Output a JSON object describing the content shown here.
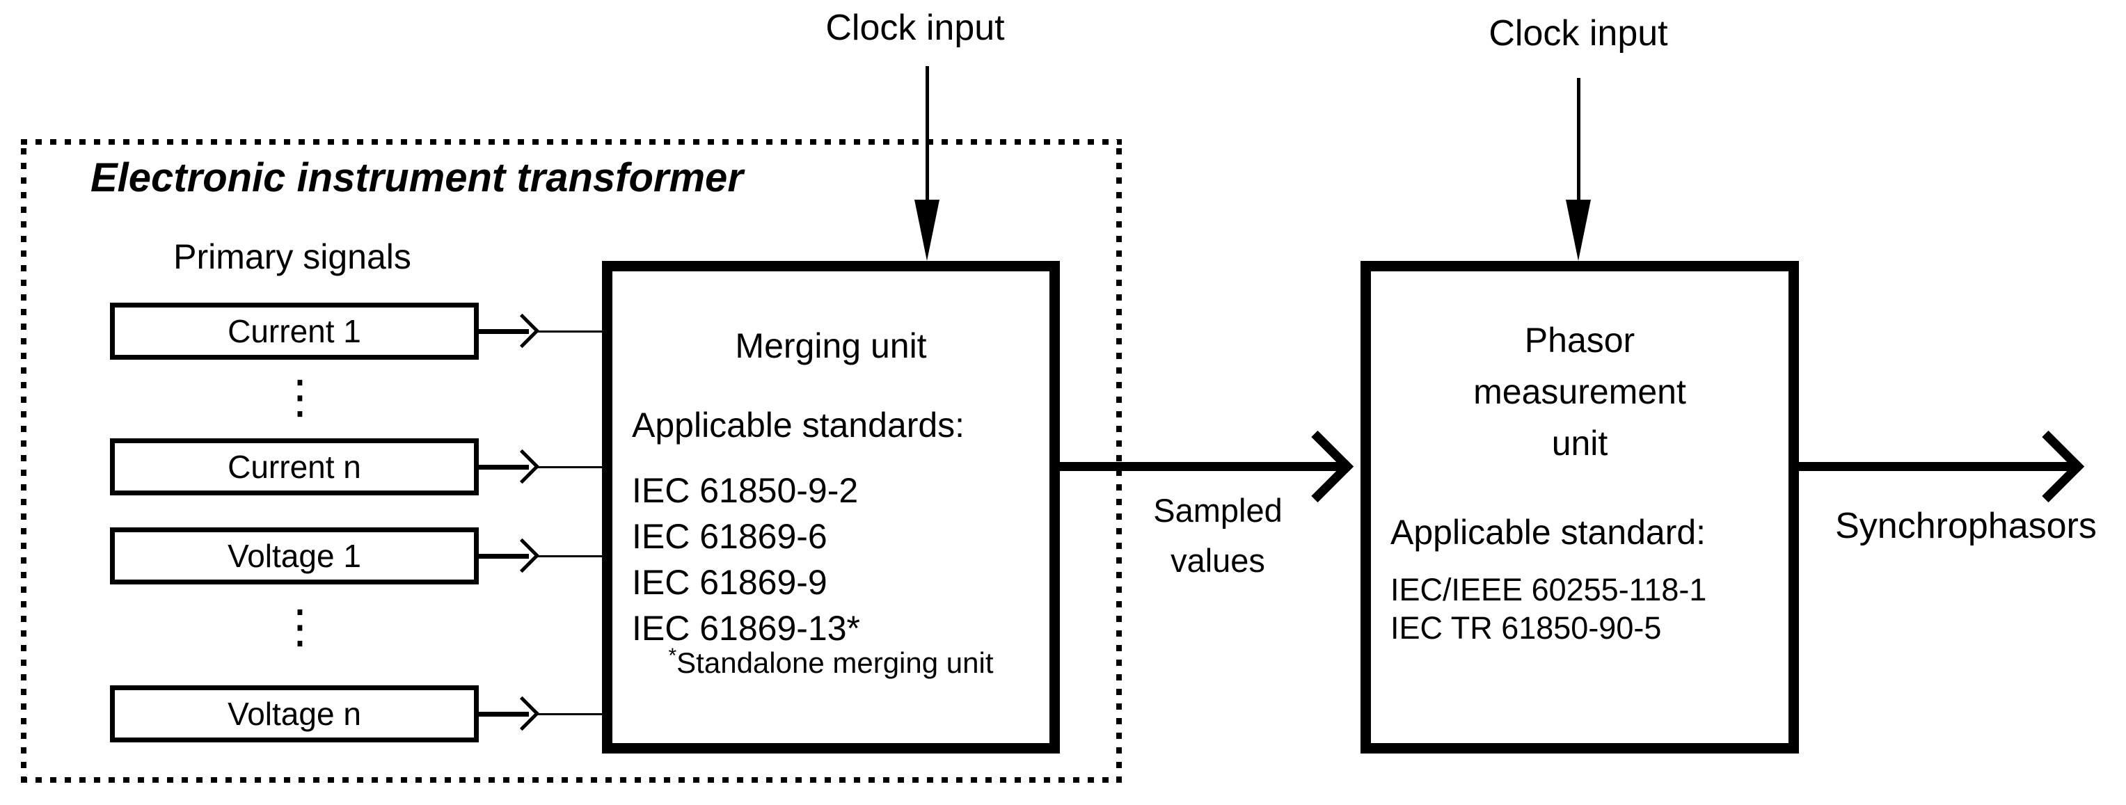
{
  "colors": {
    "ink": "#000000",
    "background": "#ffffff"
  },
  "clock_inputs": {
    "left": "Clock input",
    "right": "Clock input"
  },
  "transformer": {
    "title": "Electronic instrument transformer",
    "primary_signals_label": "Primary signals",
    "inputs": [
      "Current 1",
      "Current n",
      "Voltage 1",
      "Voltage n"
    ],
    "vertical_ellipsis": "⋮"
  },
  "merging_unit": {
    "title": "Merging unit",
    "standards_heading": "Applicable standards:",
    "standards": [
      "IEC 61850-9-2",
      "IEC 61869-6",
      "IEC 61869-9",
      "IEC 61869-13*"
    ],
    "footnote_marker": "*",
    "footnote": "Standalone merging unit"
  },
  "pmu": {
    "title_lines": [
      "Phasor",
      "measurement",
      "unit"
    ],
    "standards_heading": "Applicable standard:",
    "standards": [
      "IEC/IEEE 60255-118-1",
      "IEC TR 61850-90-5"
    ]
  },
  "flows": {
    "sampled_values_lines": [
      "Sampled",
      "values"
    ],
    "synchrophasors": "Synchrophasors"
  }
}
